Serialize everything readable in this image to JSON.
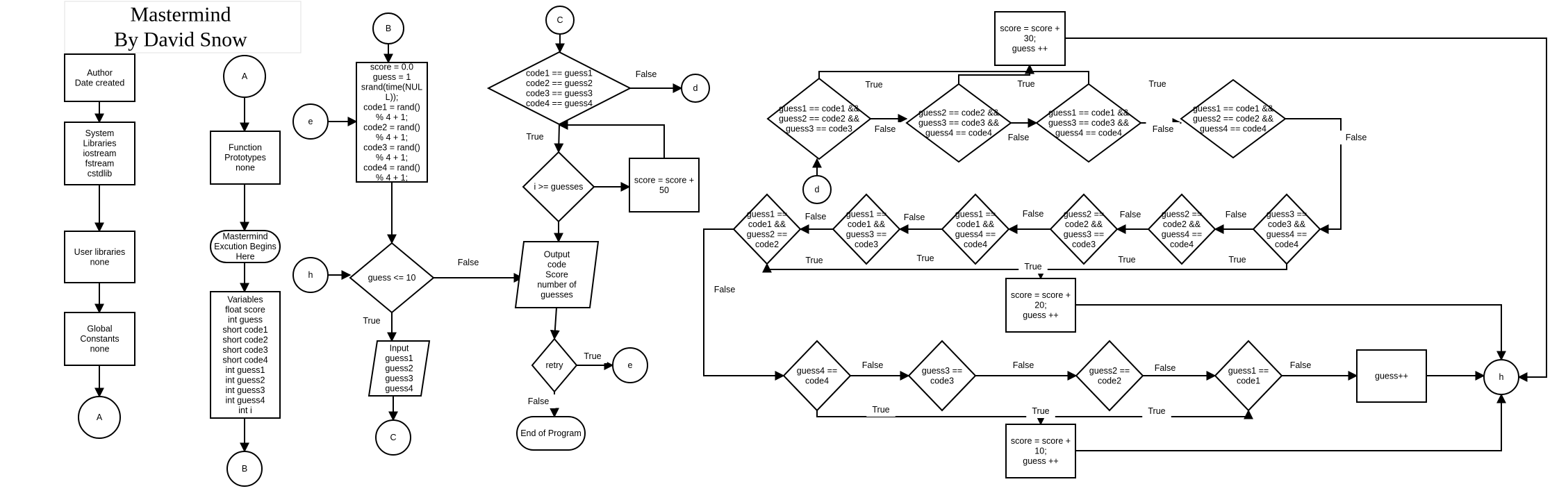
{
  "title": [
    "Mastermind",
    "By David Snow"
  ],
  "nodes": {
    "author": [
      "Author",
      "Date created"
    ],
    "libs": [
      "System",
      "Libraries",
      "iostream",
      "fstream",
      "cstdlib"
    ],
    "userlibs": [
      "User libraries",
      "none"
    ],
    "globals": [
      "Global",
      "Constants",
      "none"
    ],
    "connA1": [
      "A"
    ],
    "connA2": [
      "A"
    ],
    "protos": [
      "Function",
      "Prototypes",
      "none"
    ],
    "begin": [
      "Mastermind",
      "Excution Begins",
      "Here"
    ],
    "vars": [
      "Variables",
      "float score",
      "int guess",
      "short code1",
      "short code2",
      "short code3",
      "short code4",
      "int guess1",
      "int guess2",
      "int guess3",
      "int guess4",
      "int i"
    ],
    "connB1": [
      "B"
    ],
    "connB2": [
      "B"
    ],
    "init": [
      "score = 0.0",
      "guess = 1",
      "srand(time(NUL",
      "L));",
      "code1 = rand()",
      "% 4 + 1;",
      "code2 = rand()",
      "% 4 + 1;",
      "code3 = rand()",
      "% 4 + 1;",
      "code4 = rand()",
      "% 4 + 1;"
    ],
    "connE1": [
      "e"
    ],
    "connH1": [
      "h"
    ],
    "guessle10": [
      "guess <= 10"
    ],
    "input": [
      "Input",
      "guess1",
      "guess2",
      "guess3",
      "guess4"
    ],
    "connC1": [
      "C"
    ],
    "connC2": [
      "C"
    ],
    "allmatch": [
      "code1 == guess1",
      "code2 == guess2",
      "code3 == guess3",
      "code4 == guess4"
    ],
    "connD1": [
      "d"
    ],
    "igeq": [
      "i >= guesses"
    ],
    "score50": [
      "score = score +",
      "50"
    ],
    "output": [
      "Output",
      "code",
      "Score",
      "number of",
      "guesses"
    ],
    "retry": [
      "retry"
    ],
    "connE2": [
      "e"
    ],
    "end": [
      "End of Program"
    ],
    "score30": [
      "score = score +",
      "30;",
      "guess ++"
    ],
    "t3a": [
      "guess1 == code1 &&",
      "guess2 == code2 &&",
      "guess3 == code3"
    ],
    "connD2": [
      "d"
    ],
    "t3b": [
      "guess2 == code2 &&",
      "guess3 == code3 &&",
      "guess4 == code4"
    ],
    "t3c": [
      "guess1 == code1 &&",
      "guess3 == code3 &&",
      "guess4 == code4"
    ],
    "t3d": [
      "guess1 == code1 &&",
      "guess2 == code2 &&",
      "guess4 == code4"
    ],
    "p1": [
      "guess3 ==",
      "code3 &&",
      "guess4 ==",
      "code4"
    ],
    "p2": [
      "guess2 ==",
      "code2 &&",
      "guess4 ==",
      "code4"
    ],
    "p3": [
      "guess2 ==",
      "code2 &&",
      "guess3 ==",
      "code3"
    ],
    "p4": [
      "guess1 ==",
      "code1 &&",
      "guess4 ==",
      "code4"
    ],
    "p5": [
      "guess1 ==",
      "code1 &&",
      "guess3 ==",
      "code3"
    ],
    "p6": [
      "guess1 ==",
      "code1 &&",
      "guess2 ==",
      "code2"
    ],
    "score20": [
      "score = score +",
      "20;",
      "guess ++"
    ],
    "s1": [
      "guess4 ==",
      "code4"
    ],
    "s2": [
      "guess3 ==",
      "code3"
    ],
    "s3": [
      "guess2 ==",
      "code2"
    ],
    "s4": [
      "guess1 ==",
      "code1"
    ],
    "guesspp": [
      "guess++"
    ],
    "connH2": [
      "h"
    ],
    "score10": [
      "score = score +",
      "10;",
      "guess ++"
    ]
  },
  "edge_labels": {
    "guessle10_true": "True",
    "guessle10_false": "False",
    "allmatch_false": "False",
    "allmatch_true": "True",
    "retry_true": "True",
    "retry_false": "False",
    "t3a_true": "True",
    "t3a_false": "False",
    "t3b_true": "True",
    "t3b_false": "False",
    "t3c_true": "True",
    "t3c_false": "False",
    "t3d_false": "False",
    "p1_true": "True",
    "p1_false": "False",
    "p2_true": "True",
    "p2_false": "False",
    "p3_true": "True",
    "p3_false": "False",
    "p4_true": "True",
    "p4_false": "False",
    "p5_true": "True",
    "p5_false": "False",
    "p6_false": "False",
    "s1_true": "True",
    "s1_false": "False",
    "s2_true": "True",
    "s2_false": "False",
    "s3_true": "True",
    "s3_false": "False",
    "s4_false": "False"
  }
}
